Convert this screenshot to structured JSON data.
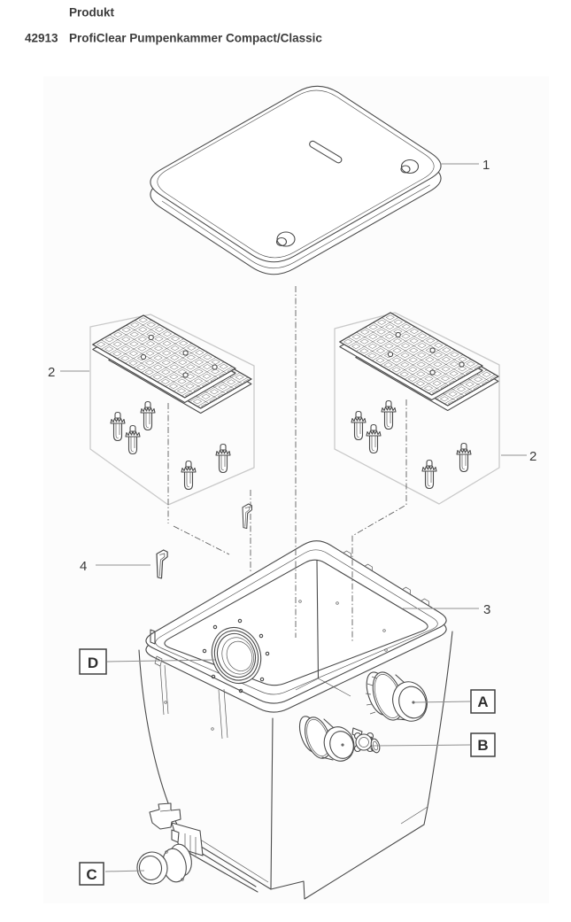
{
  "header": {
    "column_label": "Produkt",
    "article_number": "42913",
    "product_name": "ProfiClear Pumpenkammer Compact/Classic"
  },
  "diagram": {
    "callouts": {
      "lid": "1",
      "grid_set_left": "2",
      "grid_set_right": "2",
      "container": "3",
      "clip": "4",
      "port_a": "A",
      "port_b": "B",
      "drain_c": "C",
      "inlet_d": "D"
    },
    "colors": {
      "line": "#4a4a4a",
      "light_line": "#c9c9c9",
      "leader": "#8f8f8f",
      "text": "#3a3a3a",
      "panel_bg": "#fcfcfc",
      "page_bg": "#ffffff"
    }
  }
}
